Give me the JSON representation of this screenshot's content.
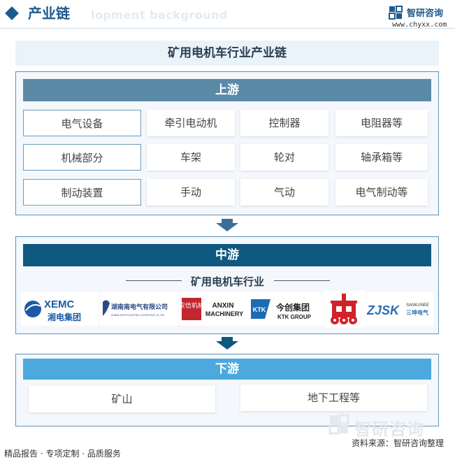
{
  "header": {
    "title": "产业链",
    "bg_text": "lopment background",
    "brand_name": "智研咨询",
    "brand_url": "www.chyxx.com"
  },
  "diagram": {
    "title": "矿用电机车行业产业链",
    "upstream": {
      "label": "上游",
      "rows": [
        [
          "电气设备",
          "牵引电动机",
          "控制器",
          "电阻器等"
        ],
        [
          "机械部分",
          "车架",
          "轮对",
          "轴承箱等"
        ],
        [
          "制动装置",
          "手动",
          "气动",
          "电气制动等"
        ]
      ]
    },
    "midstream": {
      "label": "中游",
      "industry": "矿用电机车行业",
      "logos": [
        {
          "name": "xemc-logo",
          "text_main": "XEMC",
          "text_sub": "湘电集团"
        },
        {
          "name": "hunan-south-logo",
          "text_main": "湖南南电气有限公司",
          "text_sub": "HUNAN SOUTH ELECTRIC LOCOMOTIVE CO.,LTD"
        },
        {
          "name": "anxin-logo",
          "text_main": "ANXIN",
          "text_sub": "MACHINERY",
          "text_seal": "安信机械"
        },
        {
          "name": "ktk-logo",
          "text_main": "今创集团",
          "text_sub": "KTK GROUP",
          "text_badge": "KTK"
        },
        {
          "name": "locomotive-logo"
        },
        {
          "name": "sankunee-logo",
          "text_main": "ZJSK",
          "text_sub": "SANKUNEE",
          "text_cn": "三坤电气"
        }
      ]
    },
    "downstream": {
      "label": "下游",
      "items": [
        "矿山",
        "地下工程等"
      ]
    }
  },
  "footer": {
    "left": "精品报告 · 专项定制 · 品质服务",
    "source": "资料来源：智研咨询整理",
    "watermark": "智研咨询"
  },
  "colors": {
    "brand": "#1e5a8c",
    "upstream_bar": "#5b8aa7",
    "midstream_bar": "#0f587f",
    "downstream_bar": "#4ba9dd",
    "panel_border": "#5d94b8"
  }
}
